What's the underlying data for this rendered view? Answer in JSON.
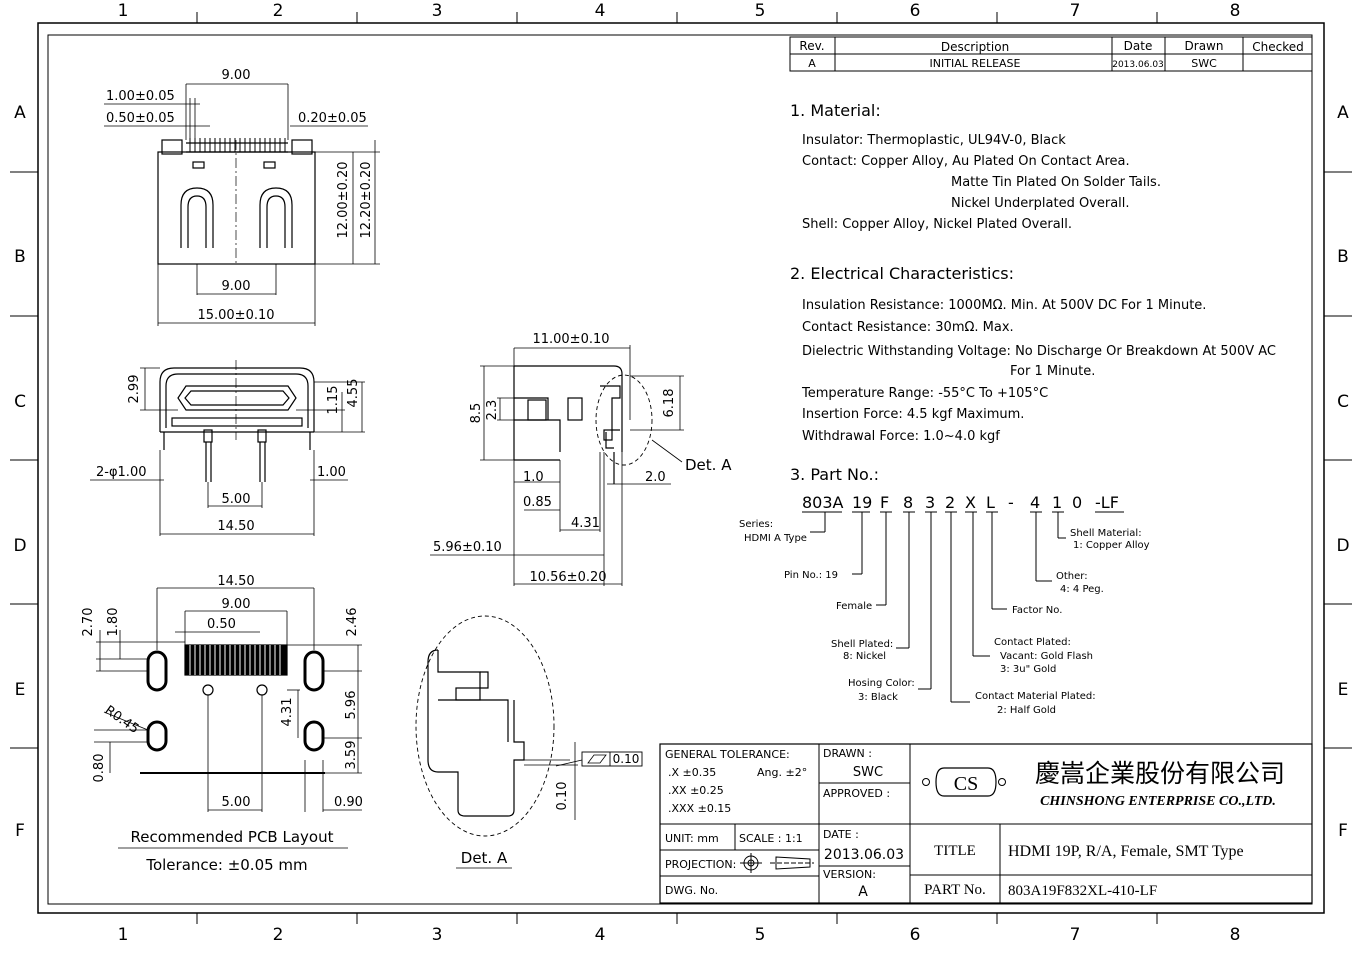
{
  "border": {
    "cols": [
      "1",
      "2",
      "3",
      "4",
      "5",
      "6",
      "7",
      "8"
    ],
    "rows": [
      "A",
      "B",
      "C",
      "D",
      "E",
      "F"
    ]
  },
  "revision": {
    "headers": [
      "Rev.",
      "Description",
      "Date",
      "Drawn",
      "Checked"
    ],
    "row": [
      "A",
      "INITIAL  RELEASE",
      "2013.06.03",
      "SWC",
      ""
    ]
  },
  "notes": {
    "material_title": "1.  Material:",
    "material": [
      "Insulator: Thermoplastic, UL94V-0, Black",
      "Contact: Copper Alloy, Au Plated On Contact Area.",
      "Matte Tin Plated On Solder Tails.",
      "Nickel Underplated Overall.",
      "Shell: Copper Alloy, Nickel Plated Overall."
    ],
    "electrical_title": "2.  Electrical Characteristics:",
    "electrical": [
      "Insulation Resistance: 1000MΩ. Min. At 500V DC For 1 Minute.",
      "Contact Resistance: 30mΩ. Max.",
      "Dielectric Withstanding Voltage: No Discharge Or Breakdown At 500V AC",
      "For 1 Minute.",
      "Temperature Range: -55°C To +105°C",
      "Insertion Force: 4.5 kgf Maximum.",
      "Withdrawal Force: 1.0~4.0 kgf"
    ],
    "part_title": "3.  Part No.:"
  },
  "part_code": [
    "803A",
    "19",
    "F",
    "8",
    "3",
    "2",
    "X",
    "L",
    "-",
    "4",
    "1",
    "0",
    "-LF"
  ],
  "part_callouts": [
    "Series:",
    "HDMI A Type",
    "Pin No.: 19",
    "Female",
    "Shell Plated:",
    "8: Nickel",
    "Hosing Color:",
    "3: Black",
    "Contact Material Plated:",
    "2: Half Gold",
    "Contact Plated:",
    "Vacant: Gold Flash",
    "3: 3u\" Gold",
    "Factor No.",
    "Other:",
    "4: 4 Peg.",
    "Shell Material:",
    "1: Copper Alloy"
  ],
  "dims_top": [
    "9.00",
    "1.00±0.05",
    "0.50±0.05",
    "0.20±0.05",
    "12.00±0.20",
    "12.20±0.20",
    "9.00",
    "15.00±0.10"
  ],
  "dims_front": [
    "2.99",
    "1.15",
    "4.55",
    "2-φ1.00",
    "1.00",
    "5.00",
    "14.50"
  ],
  "dims_side": [
    "11.00±0.10",
    "8.5",
    "2.3",
    "6.18",
    "Det. A",
    "1.0",
    "2.0",
    "0.85",
    "4.31",
    "5.96±0.10",
    "10.56±0.20"
  ],
  "dims_pcb": [
    "14.50",
    "9.00",
    "0.50",
    "2.70",
    "1.80",
    "2.46",
    "R0.45",
    "4.31",
    "5.96",
    "0.80",
    "3.59",
    "5.00",
    "0.90"
  ],
  "pcb_caption": [
    "Recommended  PCB  Layout",
    "Tolerance:  ±0.05  mm"
  ],
  "detail": {
    "caption": "Det.  A",
    "dim": "0.10",
    "flatness": "0.10"
  },
  "title_block": {
    "gen_tol": "GENERAL TOLERANCE:",
    "tol_x": ".X  ±0.35",
    "tol_ang": "Ang.  ±2°",
    "tol_xx": ".XX ±0.25",
    "tol_xxx": ".XXX ±0.15",
    "drawn_label": "DRAWN :",
    "drawn_val": "SWC",
    "approved_label": "APPROVED :",
    "logo_mark": "CS",
    "company_cn": "慶嵩企業股份有限公司",
    "company_en": "CHINSHONG ENTERPRISE CO.,LTD.",
    "unit": "UNIT:  mm",
    "scale": "SCALE :  1:1",
    "date_label": "DATE :",
    "date_val": "2013.06.03",
    "title_label": "TITLE",
    "title_val": "HDMI 19P, R/A, Female, SMT Type",
    "projection": "PROJECTION:",
    "version_label": "VERSION:",
    "version_val": "A",
    "dwg": "DWG. No.",
    "partno_label": "PART No.",
    "partno_val": "803A19F832XL-410-LF"
  }
}
